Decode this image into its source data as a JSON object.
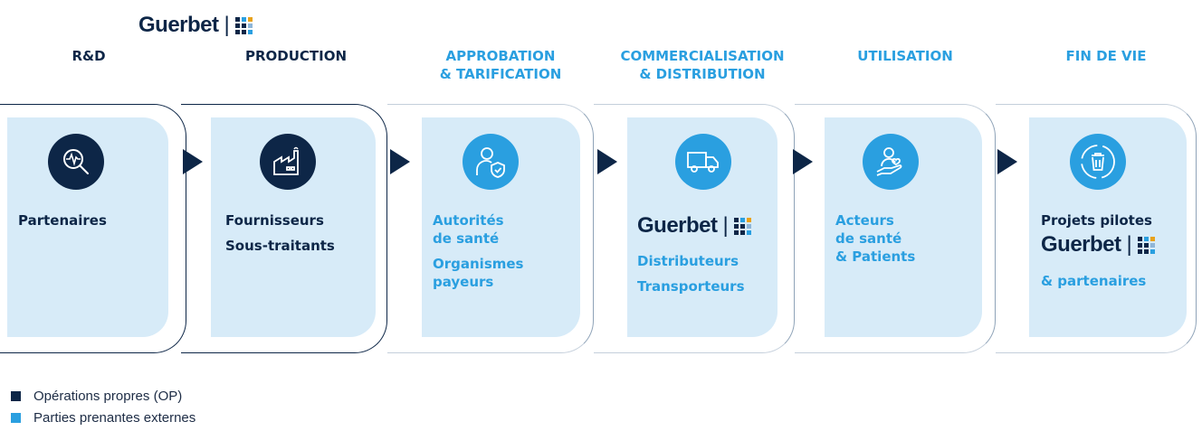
{
  "brand": {
    "name": "Guerbet",
    "separator": "|"
  },
  "colors": {
    "own_operations": "#0d2647",
    "external_stakeholders": "#2a9fe0",
    "panel": "#d7ebf8"
  },
  "stages": [
    {
      "header": "R&D",
      "header_color": "#0d2647",
      "icon": "magnifier-pulse-icon",
      "icon_style": "dark",
      "lines": [
        "Partenaires"
      ],
      "text_style": "dark"
    },
    {
      "header": "PRODUCTION",
      "header_color": "#0d2647",
      "icon": "factory-icon",
      "icon_style": "dark",
      "lines": [
        "Fournisseurs",
        "Sous-traitants"
      ],
      "text_style": "dark"
    },
    {
      "header_line1": "APPROBATION",
      "header_line2": "& TARIFICATION",
      "header_color": "#2a9fe0",
      "icon": "user-shield-icon",
      "icon_style": "light",
      "lines": [
        "Autorités",
        "de santé",
        "Organismes",
        "payeurs"
      ],
      "text_style": "light"
    },
    {
      "header_line1": "COMMERCIALISATION",
      "header_line2": "& DISTRIBUTION",
      "header_color": "#2a9fe0",
      "icon": "truck-icon",
      "icon_style": "light",
      "lines": [
        "Distributeurs",
        "Transporteurs"
      ],
      "text_style": "light"
    },
    {
      "header": "UTILISATION",
      "header_color": "#2a9fe0",
      "icon": "hand-care-icon",
      "icon_style": "light",
      "lines": [
        "Acteurs",
        "de santé",
        "& Patients"
      ],
      "text_style": "light"
    },
    {
      "header": "FIN DE VIE",
      "header_color": "#2a9fe0",
      "icon": "recycle-bin-icon",
      "icon_style": "light",
      "lines": [
        "Projets pilotes",
        "& partenaires"
      ],
      "text_style": "mixed"
    }
  ],
  "legend": [
    {
      "label": "Opérations propres (OP)",
      "color": "#0d2647"
    },
    {
      "label": "Parties prenantes externes",
      "color": "#2a9fe0"
    }
  ]
}
